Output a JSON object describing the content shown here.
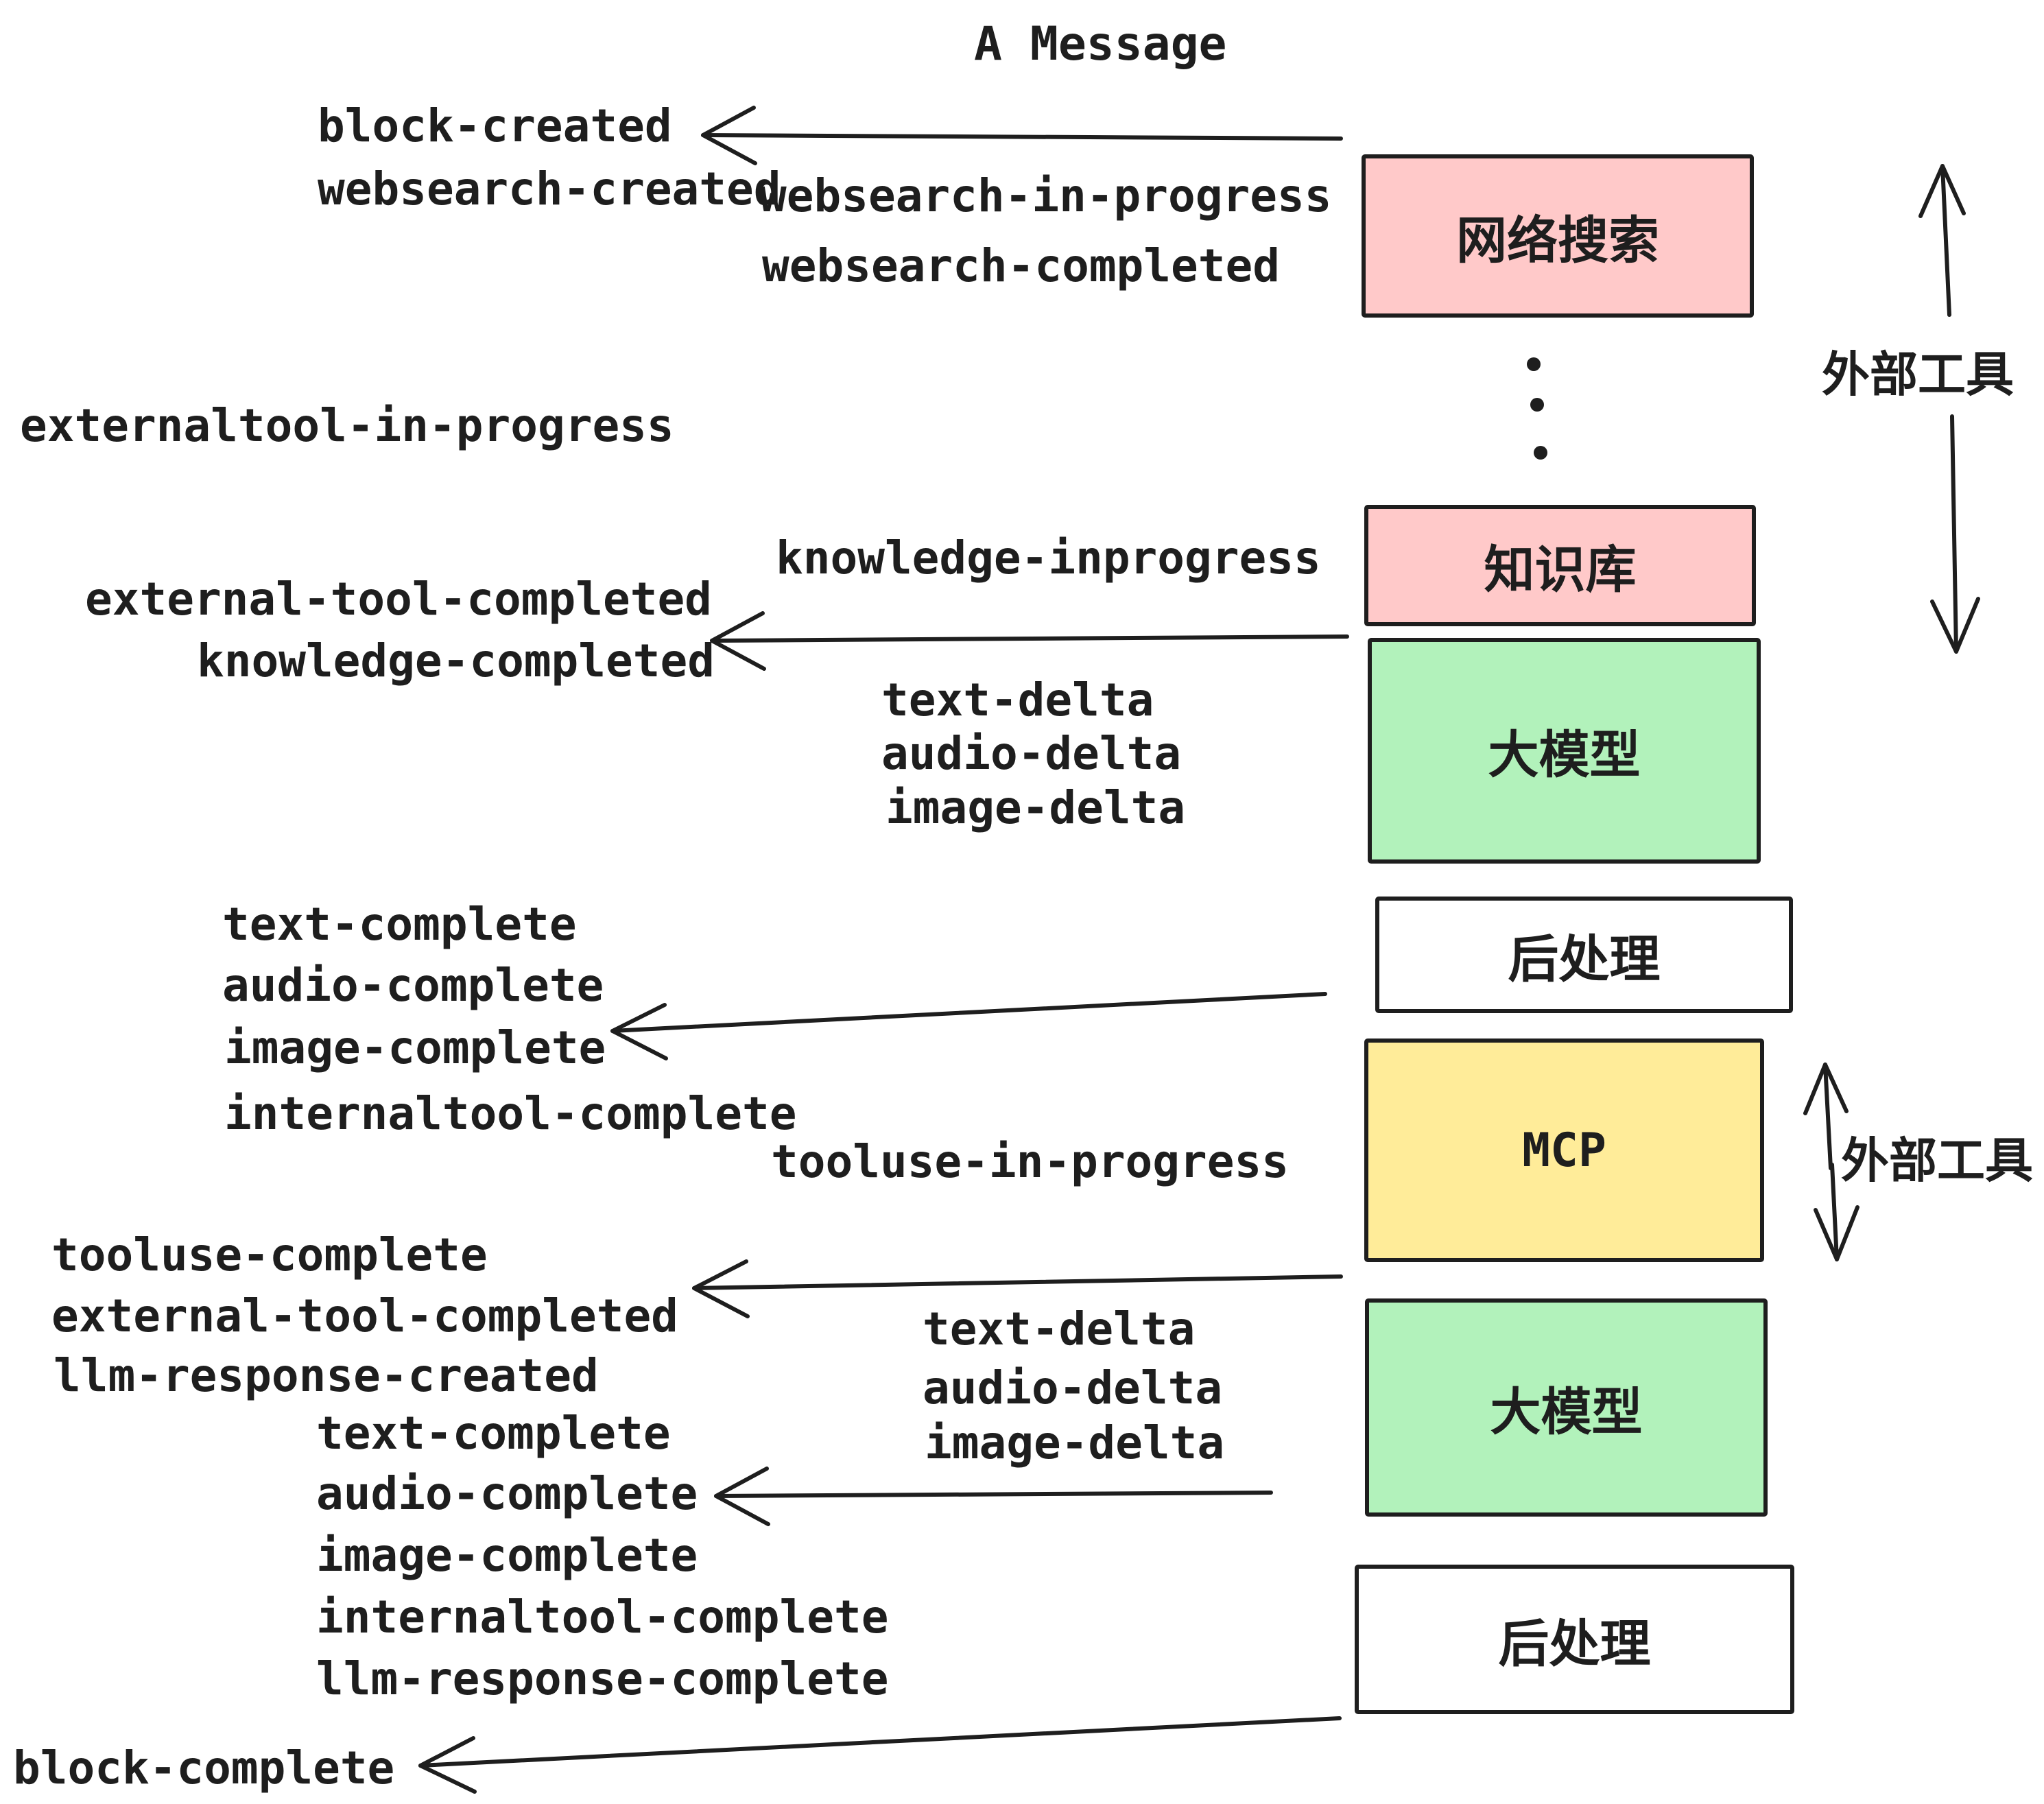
{
  "title": "A Message",
  "colors": {
    "pink": "#FFC9C9",
    "green": "#B2F2BB",
    "yellow": "#FFEC99",
    "white": "#FFFFFF",
    "ink": "#1E1E1E"
  },
  "events": {
    "block_created": "block-created",
    "websearch_created": "websearch-created",
    "websearch_in_progress": "websearch-in-progress",
    "websearch_completed": "websearch-completed",
    "externaltool_in_progress": "externaltool-in-progress",
    "knowledge_inprogress": "knowledge-inprogress",
    "external_tool_completed": "external-tool-completed",
    "knowledge_completed": "knowledge-completed",
    "text_delta": "text-delta",
    "audio_delta": "audio-delta",
    "image_delta": "image-delta",
    "text_complete": "text-complete",
    "audio_complete": "audio-complete",
    "image_complete": "image-complete",
    "internaltool_complete": "internaltool-complete",
    "tooluse_in_progress": "tooluse-in-progress",
    "tooluse_complete": "tooluse-complete",
    "llm_response_created": "llm-response-created",
    "llm_response_complete": "llm-response-complete",
    "block_complete": "block-complete"
  },
  "boxes": {
    "websearch": {
      "label": "网络搜索",
      "fill": "#FFC9C9"
    },
    "knowledge": {
      "label": "知识库",
      "fill": "#FFC9C9"
    },
    "llm_top": {
      "label": "大模型",
      "fill": "#B2F2BB"
    },
    "post_top": {
      "label": "后处理",
      "fill": "#FFFFFF"
    },
    "mcp": {
      "label": "MCP",
      "fill": "#FFEC99"
    },
    "llm_bottom": {
      "label": "大模型",
      "fill": "#B2F2BB"
    },
    "post_bottom": {
      "label": "后处理",
      "fill": "#FFFFFF"
    }
  },
  "annotations": {
    "external_tools_top": "外部工具",
    "external_tools_bottom": "外部工具"
  }
}
